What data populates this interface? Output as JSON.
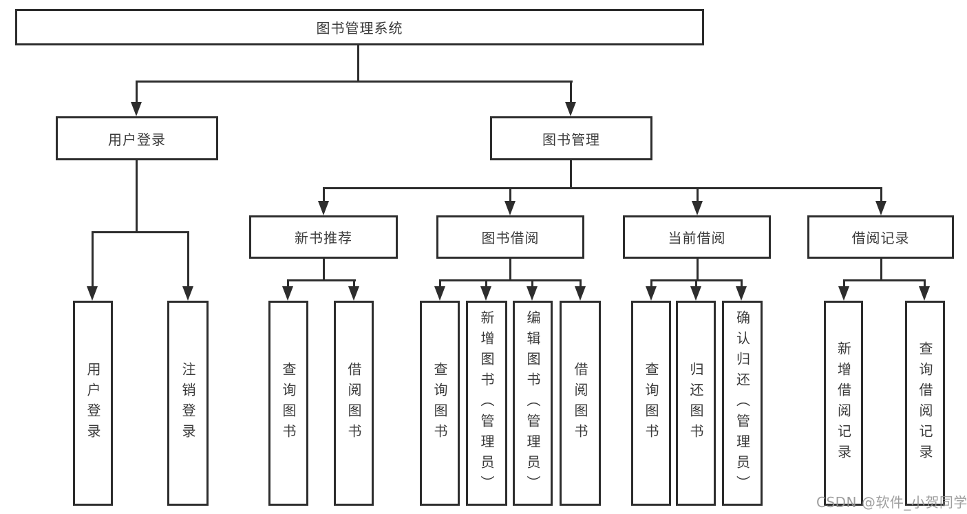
{
  "colors": {
    "background": "#ffffff",
    "box_border": "#2d2d2d",
    "connector_line": "#2d2d2d",
    "text": "#3b3b3b",
    "watermark_text": "#949494"
  },
  "nodes": {
    "root": "图书管理系统",
    "user_login": "用户登录",
    "book_mgmt": "图书管理",
    "new_books": "新书推荐",
    "book_borrow": "图书借阅",
    "current_borrow": "当前借阅",
    "borrow_records": "借阅记录",
    "ul_user_login": "用户登录",
    "ul_logout": "注销登录",
    "nb_query_books": "查询图书",
    "nb_borrow_books": "借阅图书",
    "bb_query_books": "查询图书",
    "bb_add_books": "新增图书（管理员）",
    "bb_edit_books": "编辑图书（管理员）",
    "bb_borrow_books": "借阅图书",
    "cb_query_books": "查询图书",
    "cb_return_books": "归还图书",
    "cb_confirm_return": "确认归还（管理员）",
    "br_add_record": "新增借阅记录",
    "br_query_record": "查询借阅记录"
  },
  "watermark": "CSDN @软件_小贺同学"
}
